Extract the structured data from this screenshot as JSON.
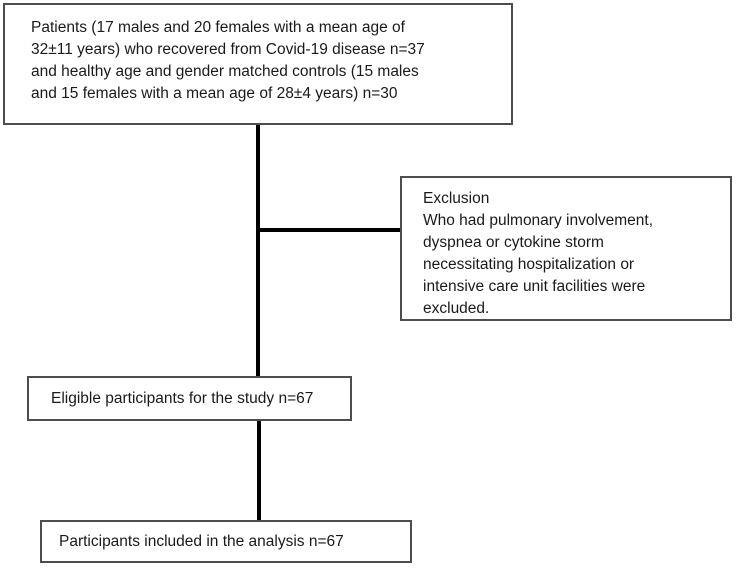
{
  "colors": {
    "background": "#ffffff",
    "box_border": "#4d4d4d",
    "connector": "#000000",
    "text": "#1a1a1a"
  },
  "diagram": {
    "type": "patient-flow-chart",
    "boxes": {
      "enrollment": {
        "text": "Patients (17 males and 20 females with a mean age of\n32±11 years) who recovered from Covid-19 disease n=37\nand  healthy age and gender matched controls (15 males\nand 15 females with a mean age of 28±4 years)  n=30",
        "n_patients": 37,
        "n_controls": 30
      },
      "exclusion": {
        "text": "Exclusion\nWho had pulmonary involvement,\ndyspnea or cytokine storm\nnecessitating hospitalization or\nintensive care unit facilities were\n excluded."
      },
      "eligible": {
        "text": "Eligible participants for the study n=67",
        "n": 67
      },
      "analysis": {
        "text": "Participants included in the analysis n=67",
        "n": 67
      }
    }
  }
}
